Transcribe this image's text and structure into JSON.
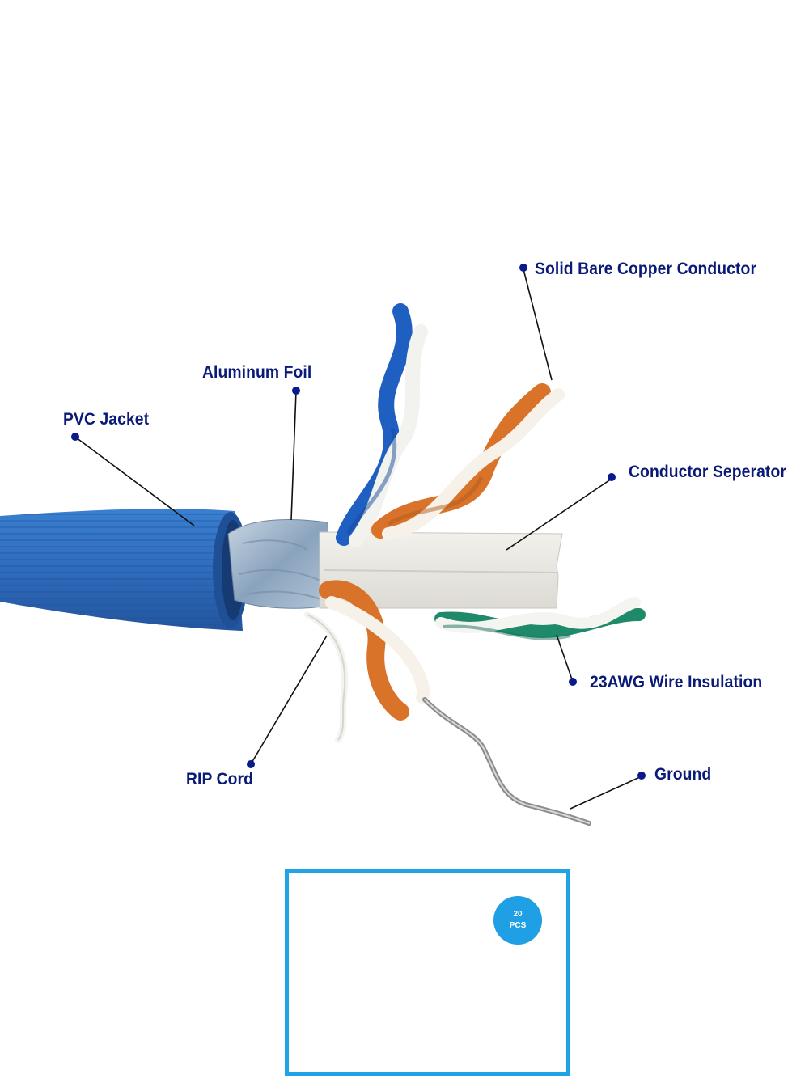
{
  "labels": {
    "solid_bare_copper": "Solid Bare Copper Conductor",
    "aluminum_foil": "Aluminum Foil",
    "pvc_jacket": "PVC Jacket",
    "conductor_separator": "Conductor Seperator",
    "wire_insulation": "23AWG Wire Insulation",
    "rip_cord": "RIP Cord",
    "ground": "Ground"
  },
  "badge": {
    "count": "20",
    "unit": "PCS"
  },
  "colors": {
    "label_text": "#0a1a78",
    "jacket_blue": "#2f6fc0",
    "foil": "#a9bccf",
    "separator": "#eceae4",
    "orange_wire": "#d9732a",
    "blue_wire": "#1f5fc2",
    "green_wire": "#1f8a6a",
    "frame_blue": "#1fa3e6"
  },
  "icons": [
    "rj45-connector-icon",
    "strain-relief-boot-icon",
    "load-bar-icon"
  ]
}
